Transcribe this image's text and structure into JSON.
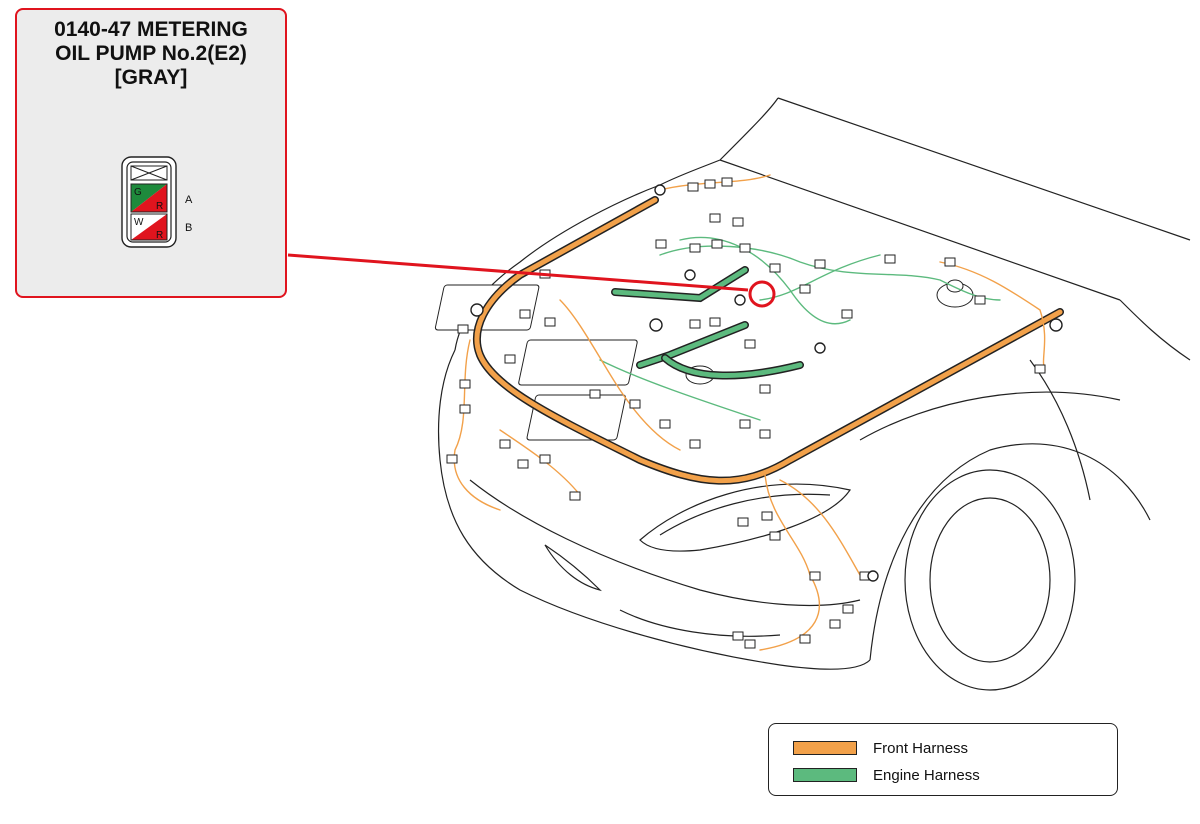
{
  "connector": {
    "title_lines": [
      "0140-47 METERING",
      "OIL PUMP No.2(E2)",
      "[GRAY]"
    ],
    "pins": [
      {
        "label": "A",
        "wire_a": "G",
        "wire_b": "R",
        "color_a": "#1e8a3c",
        "color_b": "#e0141e"
      },
      {
        "label": "B",
        "wire_a": "W",
        "wire_b": "R",
        "color_a": "#ffffff",
        "color_b": "#e0141e"
      }
    ]
  },
  "legend": [
    {
      "label": "Front Harness",
      "color": "#f2a14a"
    },
    {
      "label": "Engine Harness",
      "color": "#5cba7e"
    }
  ],
  "colors": {
    "callout_border": "#e0141e",
    "callout_background": "#ececec",
    "front_harness": "#f2a14a",
    "engine_harness": "#5cba7e",
    "outline": "#222222"
  }
}
